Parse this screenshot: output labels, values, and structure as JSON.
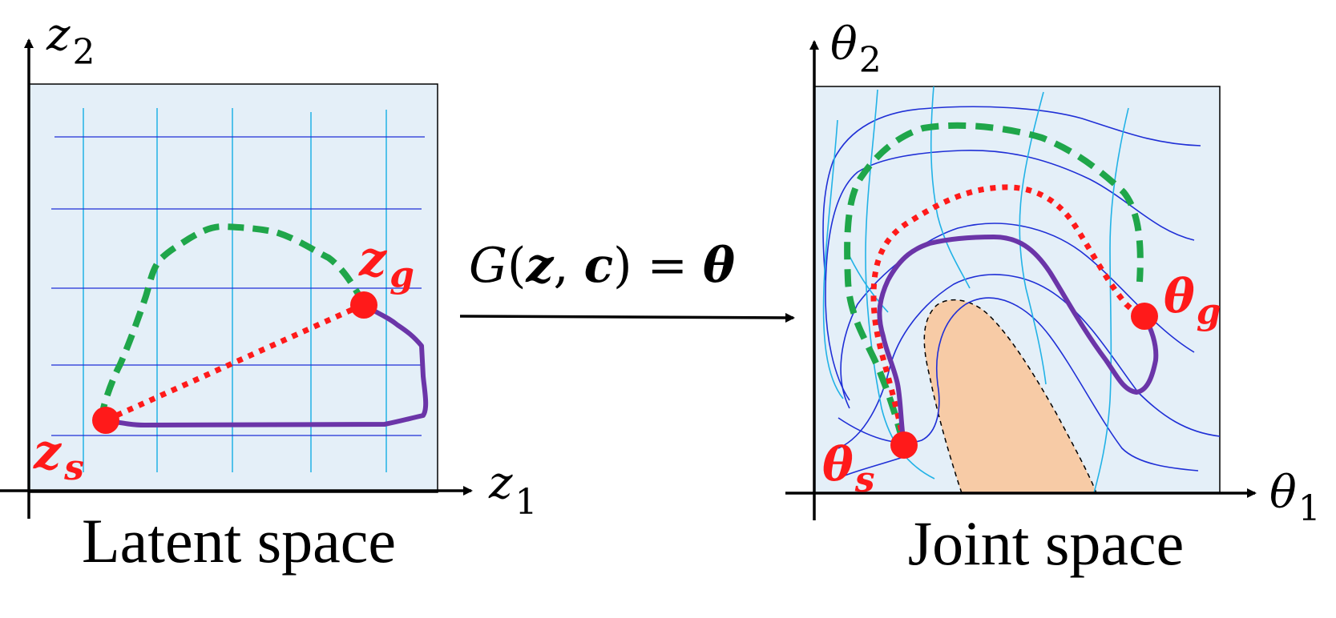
{
  "latent": {
    "caption": "Latent space",
    "axis_x_base": "z",
    "axis_x_sub": "1",
    "axis_y_base": "z",
    "axis_y_sub": "2",
    "start_base": "z",
    "start_sub": "s",
    "goal_base": "z",
    "goal_sub": "g"
  },
  "mapping": {
    "eq_G": "G",
    "eq_open": "(",
    "eq_z": "z",
    "eq_comma": ", ",
    "eq_c": "c",
    "eq_close": ")",
    "eq_equals": " = ",
    "eq_theta": "θ"
  },
  "joint": {
    "caption": "Joint space",
    "axis_x_base": "θ",
    "axis_x_sub": "1",
    "axis_y_base": "θ",
    "axis_y_sub": "2",
    "start_base": "θ",
    "start_sub": "s",
    "goal_base": "θ",
    "goal_sub": "g"
  },
  "colors": {
    "panel_fill": "#e4eff8",
    "grid_light": "#22b2e6",
    "grid_dark": "#1f2fd6",
    "green_path": "#1fa64a",
    "red_path": "#ff1a1a",
    "purple_path": "#6b35a8",
    "obstacle": "#f7cba6",
    "point": "#ff1a1a",
    "axis": "#000000"
  }
}
